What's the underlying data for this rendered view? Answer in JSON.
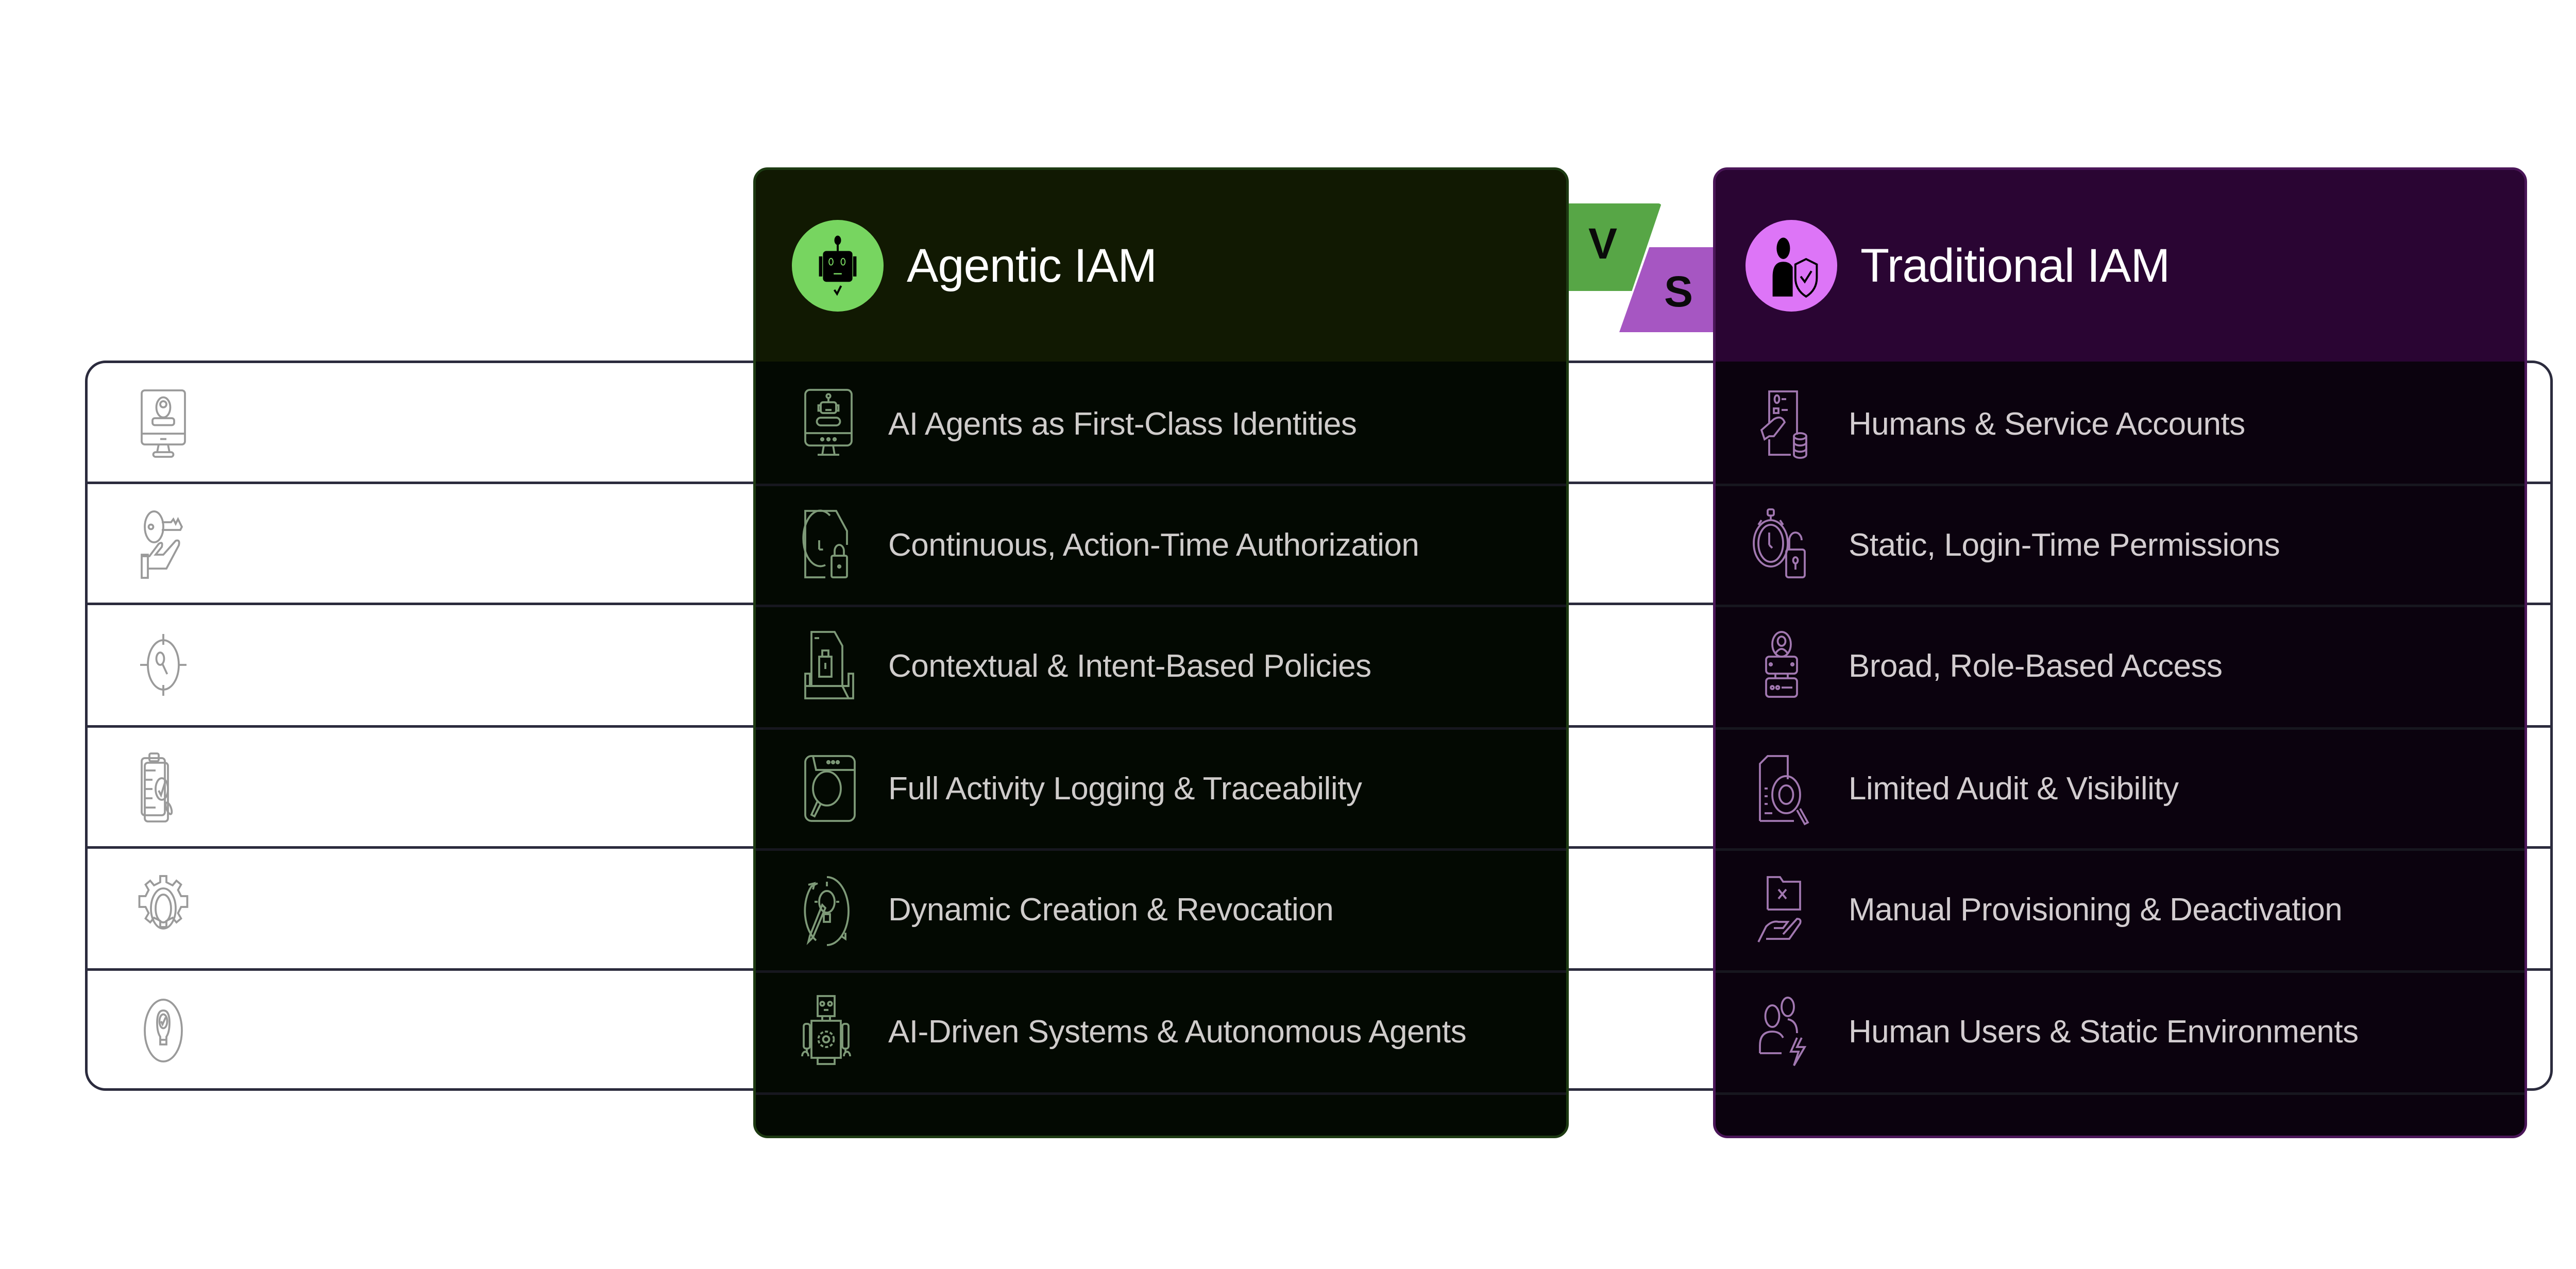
{
  "comparison": {
    "vs_badge": {
      "first": "V",
      "second": "S"
    },
    "criteria_icons": [
      "monitor-user-login-icon",
      "key-in-hand-icon",
      "target-crosshair-icon",
      "clipboard-check-magnifier-icon",
      "gear-cycle-icon",
      "lightbulb-check-icon"
    ],
    "agentic": {
      "title": "Agentic IAM",
      "header_icon": "robot-icon",
      "accent_color": "#77d560",
      "rows": [
        {
          "icon": "monitor-robot-icon",
          "text": "AI Agents as First-Class Identities"
        },
        {
          "icon": "document-clock-lock-icon",
          "text": "Continuous, Action-Time Authorization"
        },
        {
          "icon": "document-lock-policy-icon",
          "text": "Contextual & Intent-Based Policies"
        },
        {
          "icon": "browser-magnifier-icon",
          "text": "Full Activity Logging & Traceability"
        },
        {
          "icon": "lightbulb-pencil-cycle-icon",
          "text": "Dynamic Creation & Revocation"
        },
        {
          "icon": "robot-gear-icon",
          "text": "AI-Driven Systems & Autonomous Agents"
        }
      ]
    },
    "traditional": {
      "title": "Traditional IAM",
      "header_icon": "user-shield-icon",
      "accent_color": "#dd75f7",
      "rows": [
        {
          "icon": "id-card-hand-database-icon",
          "text": "Humans & Service Accounts"
        },
        {
          "icon": "stopwatch-lock-icon",
          "text": "Static, Login-Time Permissions"
        },
        {
          "icon": "user-server-icon",
          "text": "Broad, Role-Based Access"
        },
        {
          "icon": "document-eye-magnifier-icon",
          "text": "Limited Audit & Visibility"
        },
        {
          "icon": "folder-x-hand-icon",
          "text": "Manual Provisioning & Deactivation"
        },
        {
          "icon": "users-lightning-icon",
          "text": "Human Users & Static Environments"
        }
      ]
    }
  }
}
